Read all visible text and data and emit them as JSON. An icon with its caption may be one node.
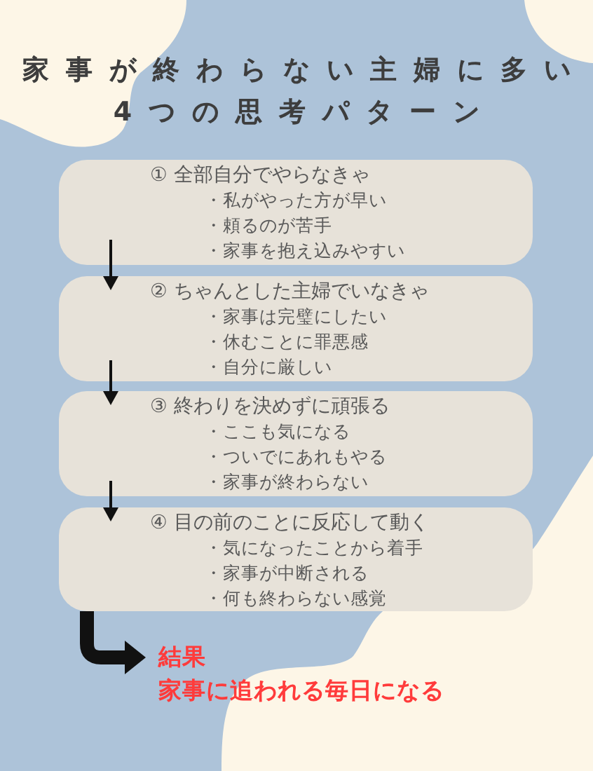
{
  "diagram": {
    "title": "家事が終わらない主婦に多い4つの思考パターン",
    "nodes": [
      {
        "text": [
          "① 全部自分でやらなきゃ",
          "・私がやった方が早い",
          "・頼るのが苦手",
          "・家事を抱え込みやすい"
        ]
      },
      {
        "text": [
          "② ちゃんとした主婦でいなきゃ",
          "・家事は完璧にしたい",
          "・休むことに罪悪感",
          "・自分に厳しい"
        ]
      },
      {
        "text": [
          "③ 終わりを決めずに頑張る",
          "・ここも気になる",
          "・ついでにあれもやる",
          "・家事が終わらない"
        ]
      },
      {
        "text": [
          "④ 目の前のことに反応して動く",
          "・気になったことから着手",
          "・家事が中断される",
          "・何も終わらない感覚"
        ]
      },
      {
        "text": [
          "結果",
          "家事に追われる毎日になる"
        ]
      }
    ],
    "edges": [
      {
        "from": 0,
        "to": 1,
        "arrow": "to"
      },
      {
        "from": 1,
        "to": 2,
        "arrow": "to"
      },
      {
        "from": 2,
        "to": 3,
        "arrow": "to"
      },
      {
        "from": 3,
        "to": 4,
        "arrow": "to",
        "style": "thick"
      }
    ]
  }
}
